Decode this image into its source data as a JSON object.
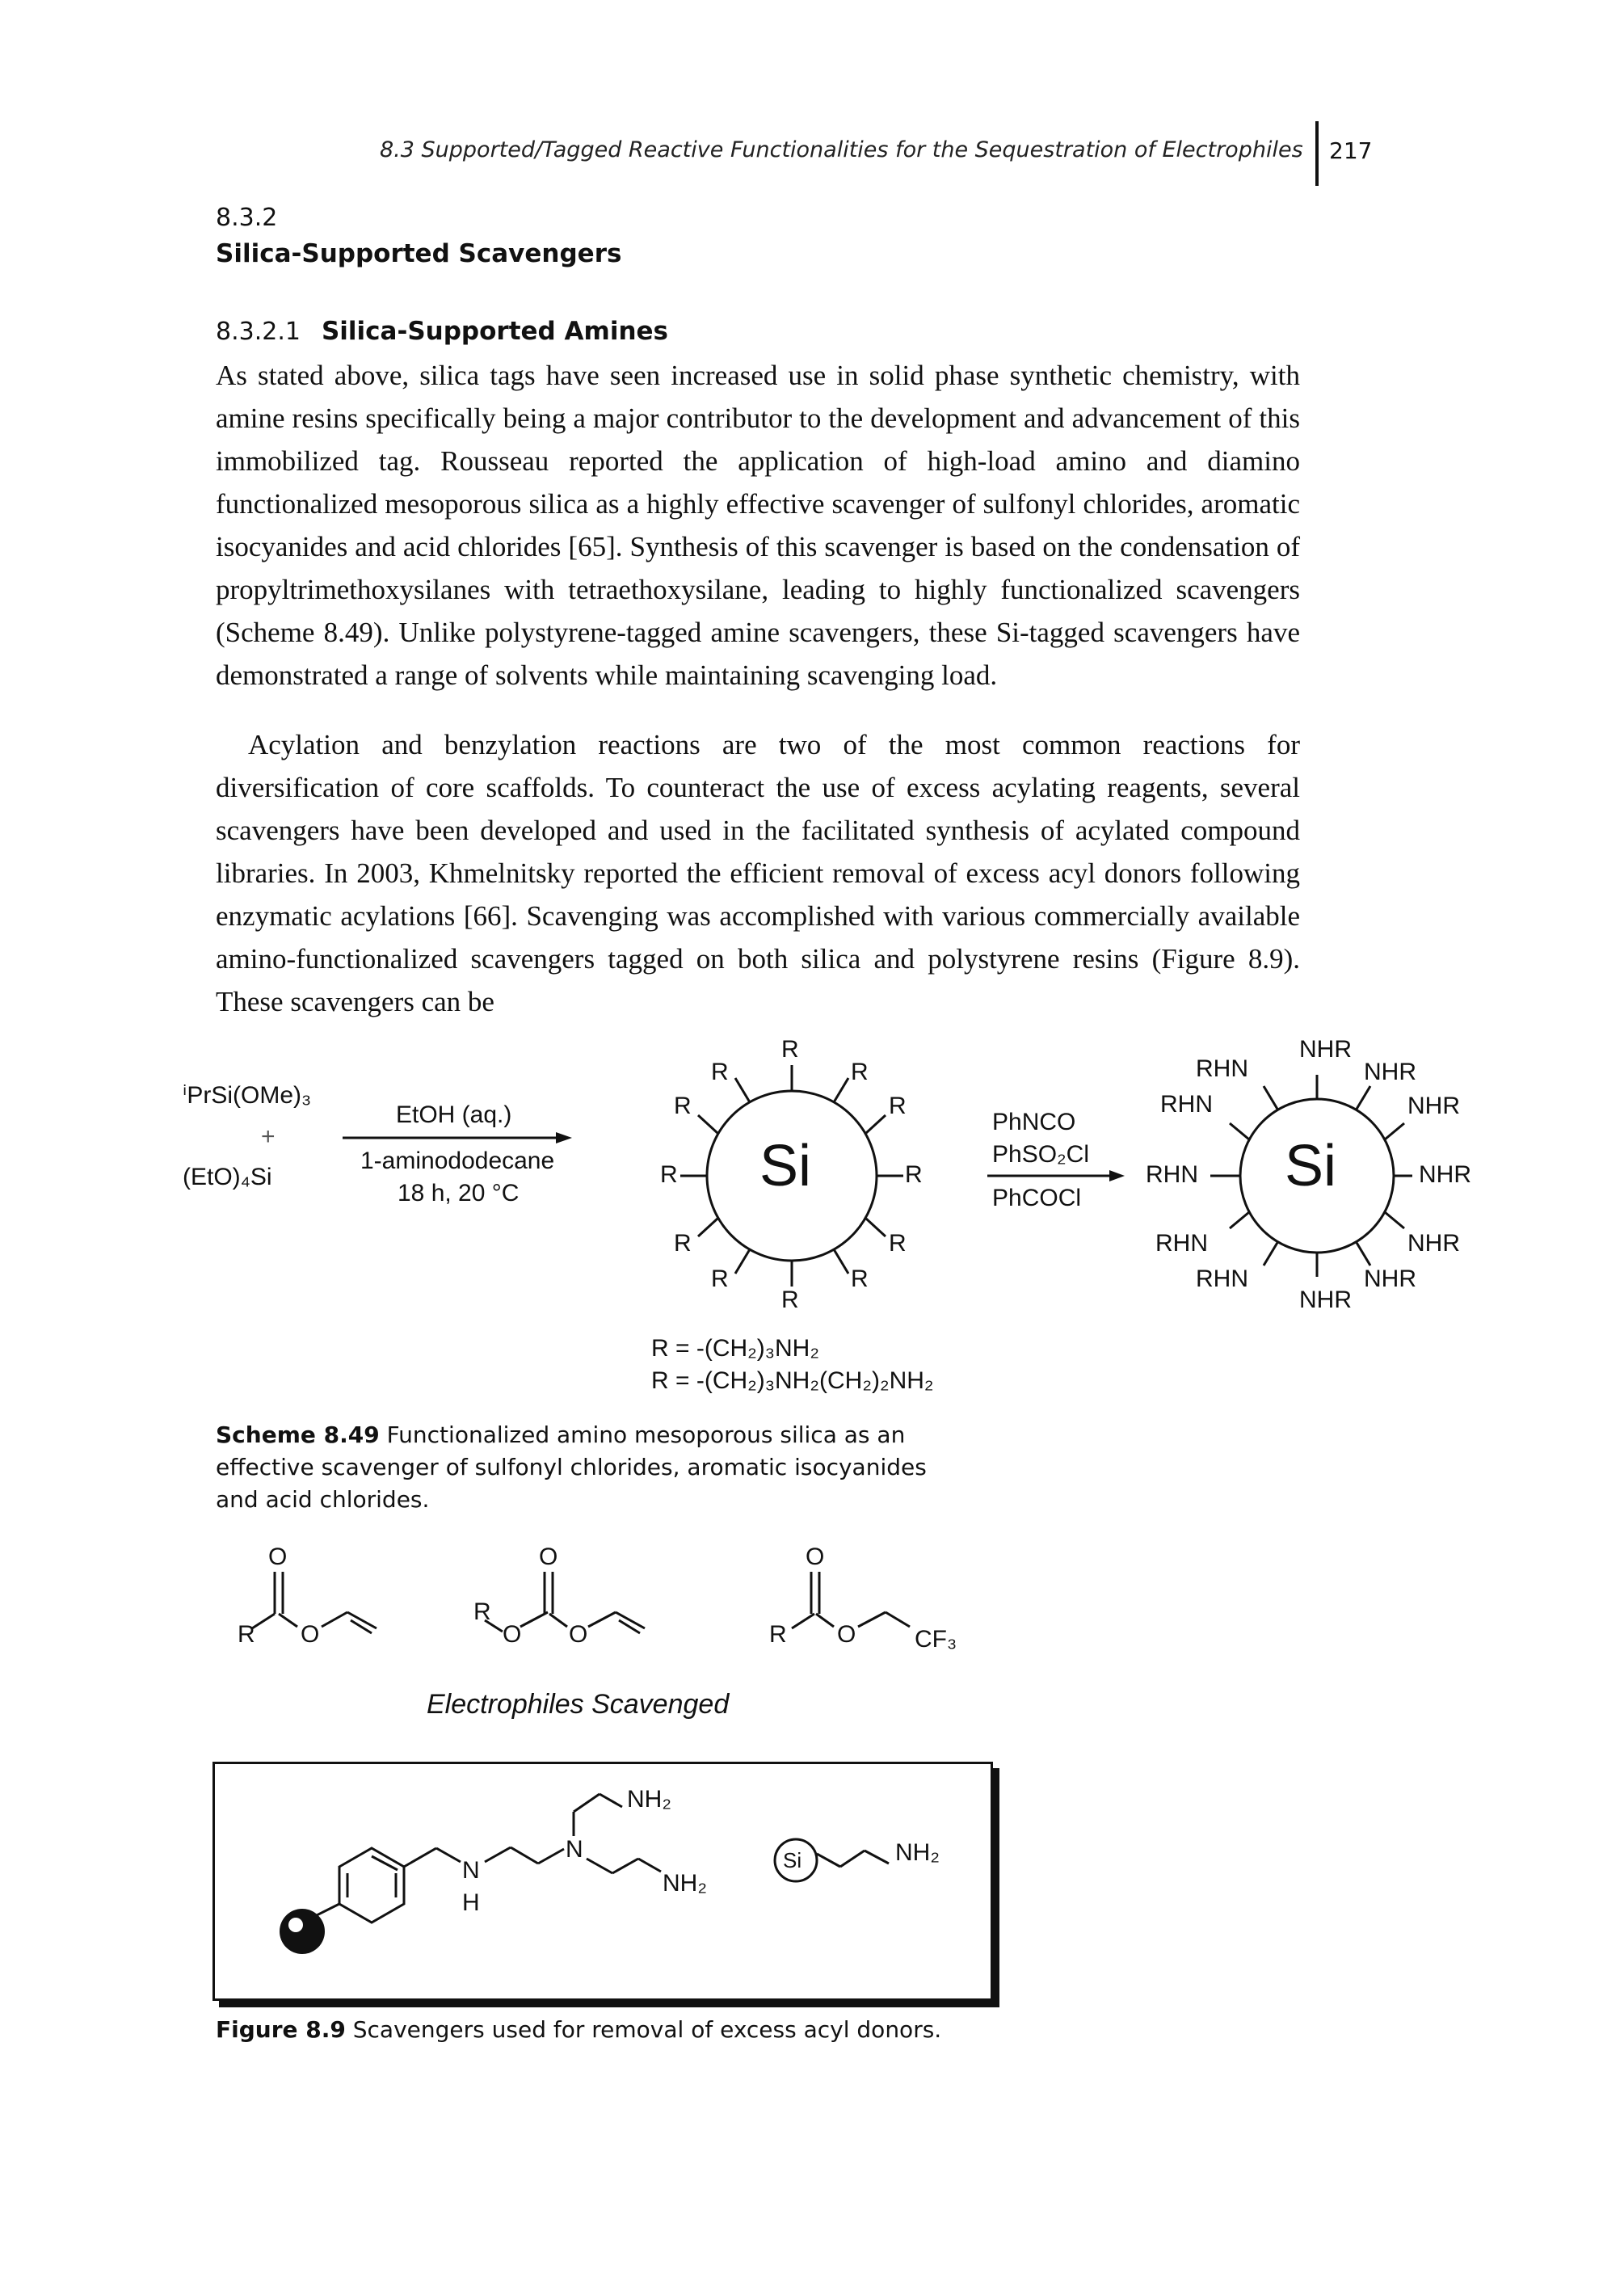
{
  "header": {
    "running_title": "8.3 Supported/Tagged Reactive Functionalities for the Sequestration of Electrophiles",
    "page_number": "217"
  },
  "section": {
    "number": "8.3.2",
    "title": "Silica-Supported Scavengers"
  },
  "subsection": {
    "number": "8.3.2.1",
    "title": "Silica-Supported Amines"
  },
  "paragraphs": [
    "As stated above, silica tags have seen increased use in solid phase synthetic chemistry, with amine resins specifically being a major contributor to the development and advancement of this immobilized tag. Rousseau reported the application of high-load amino and diamino functionalized mesoporous silica as a highly effective scavenger of sulfonyl chlorides, aromatic isocyanides and acid chlorides [65]. Synthesis of this scavenger is based on the condensation of propyltrimethoxysilanes with tetraethoxysilane, leading to highly functionalized scavengers (Scheme 8.49). Unlike polystyrene-tagged amine scavengers, these Si-tagged scavengers have demonstrated a range of solvents while maintaining scavenging load.",
    "Acylation and benzylation reactions are two of the most common reactions for diversification of core scaffolds. To counteract the use of excess acylating reagents, several scavengers have been developed and used in the facilitated synthesis of acylated compound libraries. In 2003, Khmelnitsky reported the efficient removal of excess acyl donors following enzymatic acylations [66]. Scavenging was accomplished with various commercially available amino-functionalized scavengers tagged on both silica and polystyrene resins (Figure 8.9). These scavengers can be"
  ],
  "scheme": {
    "reactant1": "ⁱPrSi(OMe)₃",
    "plus": "+",
    "reactant2": "(EtO)₄Si",
    "conditions_above": "EtOH (aq.)",
    "conditions_below1": "1-aminododecane",
    "conditions_below2": "18 h, 20 °C",
    "core_label": "Si",
    "r_label": "R",
    "r_def1": "R = -(CH₂)₃NH₂",
    "r_def2": "R = -(CH₂)₃NH₂(CH₂)₂NH₂",
    "electrophiles": [
      "PhNCO",
      "PhSO₂Cl",
      "PhCOCl"
    ],
    "product_groups": {
      "nhr": "NHR",
      "rhn": "RHN"
    },
    "caption_label": "Scheme 8.49",
    "caption_text": "Functionalized amino mesoporous silica as an effective scavenger of sulfonyl chlorides, aromatic isocyanides and acid chlorides."
  },
  "electrophiles_scavenged": {
    "title": "Electrophiles Scavenged",
    "atoms": {
      "O": "O",
      "R": "R",
      "CF3": "CF₃"
    }
  },
  "figure": {
    "labels": {
      "N": "N",
      "H": "H",
      "NH2": "NH₂",
      "Si": "Si"
    },
    "caption_label": "Figure 8.9",
    "caption_text": "Scavengers used for removal of excess acyl donors."
  }
}
